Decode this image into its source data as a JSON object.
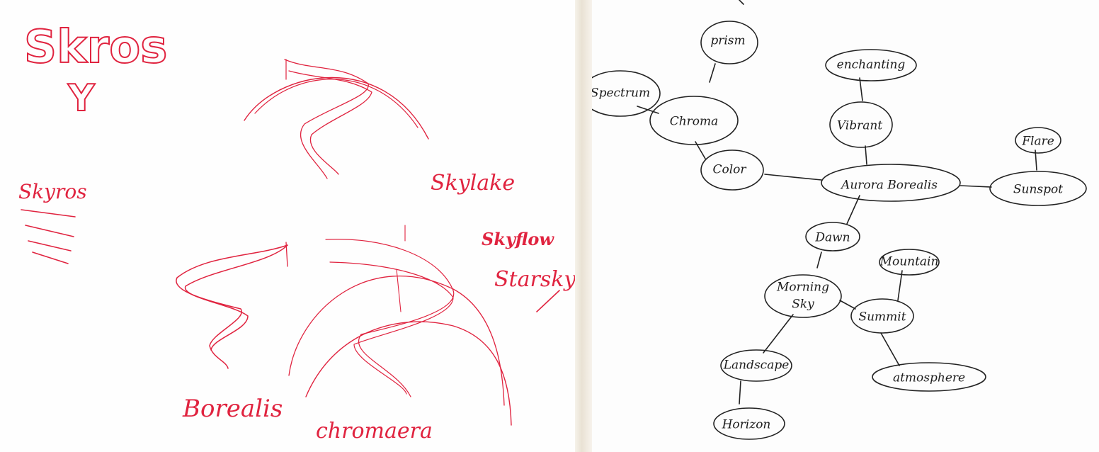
{
  "left_page": {
    "logo_word": "Skros",
    "logo_letter": "Y",
    "names": {
      "skyros": "Skyros",
      "skylake": "Skylake",
      "skyflow": "Skyflow",
      "starsky": "Starsky",
      "borealis": "Borealis",
      "chromaera": "chromaera"
    },
    "ink_color": "#e0233f"
  },
  "mind_map": {
    "ink_color": "#222222",
    "nodes": {
      "prism": "prism",
      "spectrum": "Spectrum",
      "chroma": "Chroma",
      "color": "Color",
      "enchanting": "enchanting",
      "vibrant": "Vibrant",
      "aurora": "Aurora Borealis",
      "flare": "Flare",
      "sunspot": "Sunspot",
      "dawn": "Dawn",
      "mountain": "Mountain",
      "morning_sky_line1": "Morning",
      "morning_sky_line2": "Sky",
      "summit": "Summit",
      "landscape": "Landscape",
      "atmosphere": "atmosphere",
      "horizon": "Horizon"
    }
  }
}
